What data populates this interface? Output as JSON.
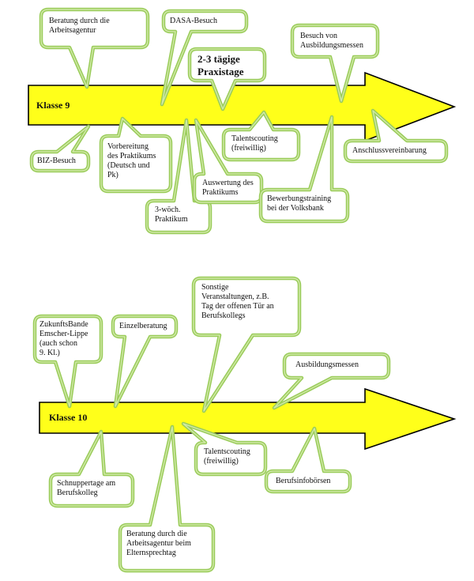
{
  "colors": {
    "arrow_fill": "#ffff1a",
    "arrow_stroke": "#000000",
    "callout_stroke_outer": "#9acc5a",
    "callout_stroke_inner": "#cfe8a6",
    "callout_fill": "#ffffff",
    "text": "#111111"
  },
  "diagram1": {
    "arrow_label": "Klasse 9",
    "callouts": {
      "beratung": "Beratung durch die\nArbeitsagentur",
      "dasa": "DASA-Besuch",
      "praxistage": "2-3 tägige\nPraxistage",
      "messen": "Besuch von\nAusbildungsmessen",
      "biz": "BIZ-Besuch",
      "vorbereitung": "Vorbereitung\ndes Praktikums\n(Deutsch und\nPk)",
      "praktikum": "3-wöch.\nPraktikum",
      "auswertung": "Auswertung des\nPraktikums",
      "talent": "Talentscouting\n(freiwillig)",
      "bewerbung": "Bewerbungstraining\nbei der Volksbank",
      "anschluss": "Anschlussvereinbarung"
    }
  },
  "diagram2": {
    "arrow_label": "Klasse 10",
    "callouts": {
      "zukunft": "ZukunftsBande\nEmscher-Lippe\n(auch schon\n9. Kl.)",
      "einzel": "Einzelberatung",
      "sonstige": "Sonstige\nVeranstaltungen, z.B.\nTag der offenen Tür an\nBerufskollegs",
      "ausbildungsmessen": "Ausbildungsmessen",
      "schnupper": "Schnuppertage am\nBerufskolleg",
      "talent": "Talentscouting\n(freiwillig)",
      "berufsinfo": "Berufsinfobörsen",
      "beratung_eltern": "Beratung durch die\nArbeitsagentur beim\nElternsprechtag"
    }
  }
}
